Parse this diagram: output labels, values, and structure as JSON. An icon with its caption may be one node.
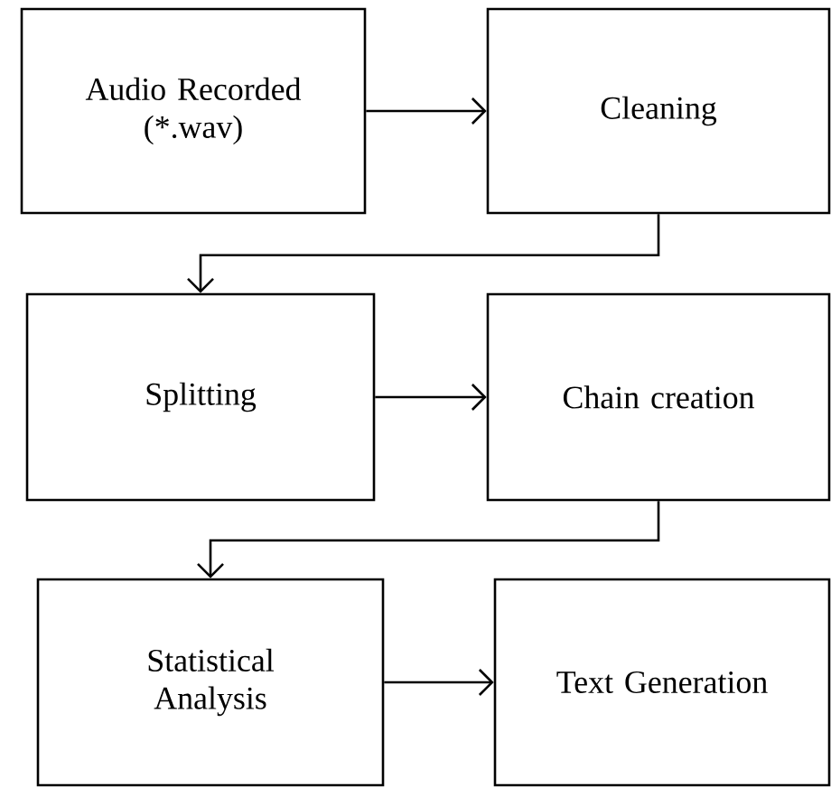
{
  "diagram": {
    "nodes": [
      {
        "text": [
          "Audio Recorded (*.wav)"
        ]
      },
      {
        "text": [
          "Cleaning"
        ]
      },
      {
        "text": [
          "Splitting"
        ]
      },
      {
        "text": [
          "Chain creation"
        ]
      },
      {
        "text": [
          "Statistical Analysis"
        ]
      },
      {
        "text": [
          "Text Generation"
        ]
      }
    ],
    "edges": [
      {
        "from": 0,
        "to": 1,
        "arrow": "to"
      },
      {
        "from": 1,
        "to": 2,
        "arrow": "to"
      },
      {
        "from": 2,
        "to": 3,
        "arrow": "to"
      },
      {
        "from": 3,
        "to": 4,
        "arrow": "to"
      },
      {
        "from": 4,
        "to": 5,
        "arrow": "to"
      }
    ]
  }
}
